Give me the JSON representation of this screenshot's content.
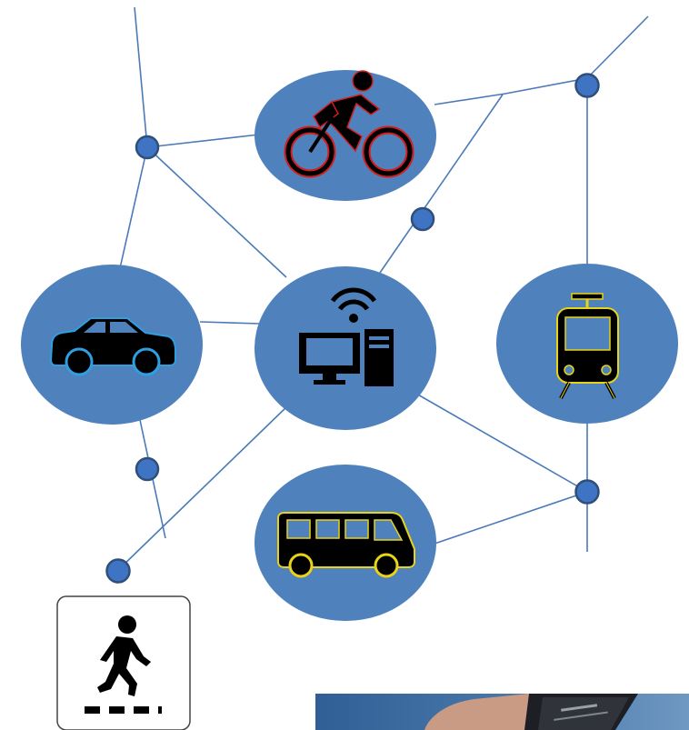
{
  "diagram": {
    "theme": {
      "node_fill": "#4f81bd",
      "edge_color": "#4a7ab8",
      "junction_fill": "#3f73c4",
      "junction_stroke": "#2f4f78",
      "bicycle_outline": "#d01f1f",
      "car_outline": "#2f9fe0",
      "transit_outline": "#e8d21a"
    },
    "nodes": [
      {
        "id": "bicycle",
        "icon": "bicycle-icon"
      },
      {
        "id": "car",
        "icon": "car-icon"
      },
      {
        "id": "computer",
        "icon": "computer-wifi-icon"
      },
      {
        "id": "tram",
        "icon": "tram-icon"
      },
      {
        "id": "bus",
        "icon": "bus-icon"
      },
      {
        "id": "pedestrian",
        "icon": "pedestrian-crossing-icon"
      }
    ],
    "connections": [
      [
        "bicycle",
        "junction-left"
      ],
      [
        "junction-left",
        "computer"
      ],
      [
        "junction-left",
        "car"
      ],
      [
        "car",
        "computer"
      ],
      [
        "bicycle",
        "junction-right"
      ],
      [
        "junction-right",
        "tram"
      ],
      [
        "computer",
        "junction-mid"
      ],
      [
        "computer",
        "junction-bottom-right"
      ],
      [
        "bus",
        "junction-bottom-right"
      ],
      [
        "tram",
        "junction-bottom-right"
      ],
      [
        "car",
        "junction-bottom-left"
      ],
      [
        "computer",
        "junction-pedestrian"
      ]
    ],
    "photo": {
      "icon": "smartphone-photo"
    }
  }
}
